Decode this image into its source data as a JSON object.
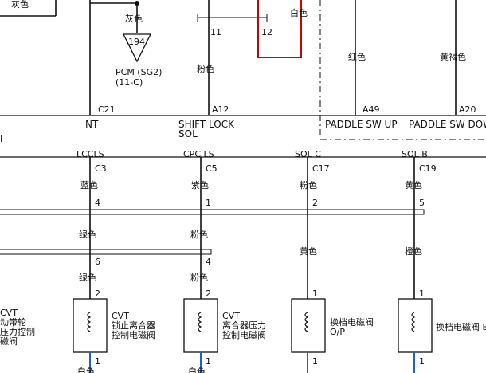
{
  "top": {
    "wire_gray_top": "灰色",
    "wire_gray_ground": "灰色",
    "ground_num": "194",
    "pcm_label": "PCM (SG2)",
    "pcm_sub": "(11-C)",
    "conn11": "11",
    "conn12": "12",
    "white": "白色",
    "pink": "粉色",
    "red": "红色",
    "yellowbrown": "黄褐色",
    "c21": "C21",
    "a12": "A12",
    "a49": "A49",
    "a20": "A20"
  },
  "module": {
    "nt": "NT",
    "shift_lock": "SHIFT LOCK",
    "sol": "SOL",
    "paddle_up": "PADDLE SW UP",
    "paddle_down": "PADDLE SW DOW",
    "edge_i": "I"
  },
  "bottom_pins": {
    "lccls": "LCCLS",
    "c3": "C3",
    "cpcls": "CPC LS",
    "c5": "C5",
    "solc": "SOL C",
    "c17": "C17",
    "solb": "SOL B",
    "c19": "C19"
  },
  "wires": {
    "blue": "蓝色",
    "purple": "紫色",
    "pink": "粉色",
    "yellow": "黄色",
    "green1": "绿色",
    "pink2": "粉色",
    "yellow2": "黄色",
    "orange": "橙色",
    "green2": "绿色",
    "pink3": "粉色",
    "white1": "白色",
    "white2": "白色",
    "p4a": "4",
    "p1a": "1",
    "p2a": "2",
    "p5a": "5",
    "p6": "6",
    "p4b": "4",
    "s2a": "2",
    "s2b": "2",
    "s1a": "1",
    "s1b": "1",
    "s1c": "1",
    "s1d": "1",
    "s1e": "1",
    "s1f": "1"
  },
  "components": {
    "left_cvt1": "CVT",
    "left_cvt2": "动带轮",
    "left_cvt3": "压力控制",
    "left_cvt4": "磁阀",
    "lock_cvt": "CVT",
    "lock_l1": "锁止离合器",
    "lock_l2": "控制电磁阀",
    "clutch_cvt": "CVT",
    "clutch_l1": "离合器压力",
    "clutch_l2": "控制电磁阀",
    "shift_op_l1": "换档电磁阀",
    "shift_op_l2": "O/P",
    "shift_b": "换档电磁阀 B"
  }
}
